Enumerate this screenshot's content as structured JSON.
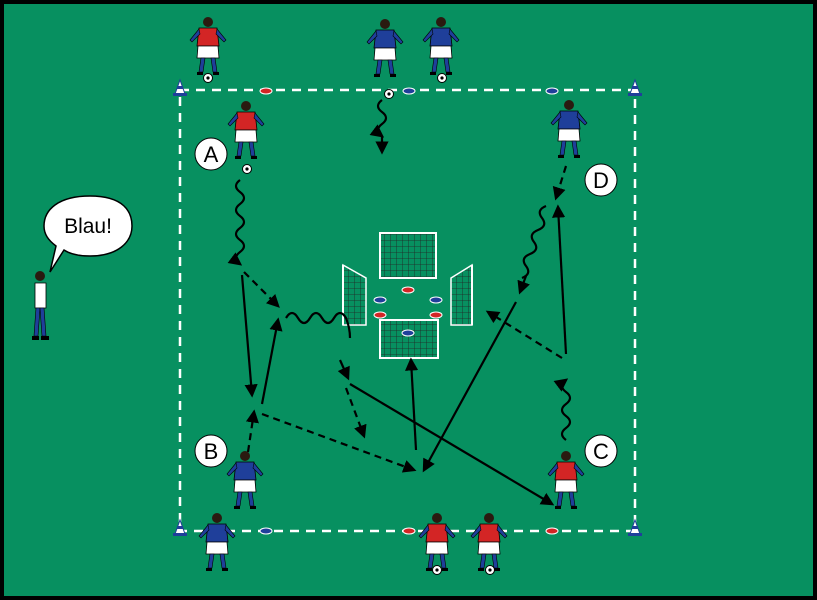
{
  "labels": {
    "a": "A",
    "b": "B",
    "c": "C",
    "d": "D"
  },
  "coach": {
    "speech": "Blau!"
  },
  "colors": {
    "pitch": "#079060",
    "frame": "#000000",
    "line": "#ffffff",
    "team_blue": "#1f3f9a",
    "team_red": "#d32525",
    "shorts": "#ffffff",
    "arrow": "#000000"
  }
}
